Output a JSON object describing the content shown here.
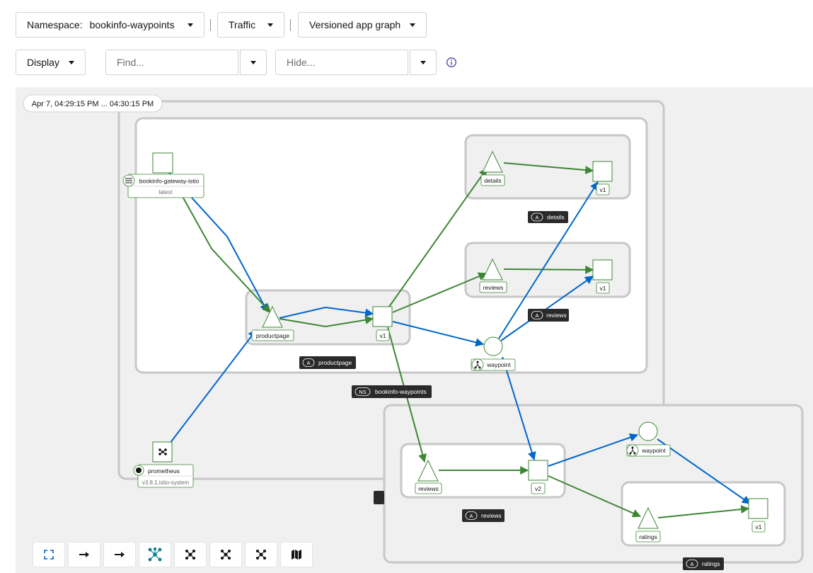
{
  "toolbar": {
    "namespace_label": "Namespace:",
    "namespace_value": "bookinfo-waypoints",
    "traffic_label": "Traffic",
    "graph_type_label": "Versioned app graph",
    "display_label": "Display",
    "find_placeholder": "Find...",
    "hide_placeholder": "Hide..."
  },
  "graph": {
    "time_range": "Apr 7, 04:29:15 PM ... 04:30:15 PM",
    "boxes": [
      {
        "badge": "NS",
        "label": "bookinfo-waypoints"
      },
      {
        "badge": "A",
        "label": "details"
      },
      {
        "badge": "A",
        "label": "reviews"
      },
      {
        "badge": "A",
        "label": "productpage"
      },
      {
        "badge": "A",
        "label": "reviews"
      },
      {
        "badge": "A",
        "label": "ratings"
      }
    ],
    "nodes": [
      {
        "label": "bookinfo-gateway-istio",
        "sublabel": "latest"
      },
      {
        "label": "productpage"
      },
      {
        "label": "v1"
      },
      {
        "label": "details"
      },
      {
        "label": "v1"
      },
      {
        "label": "reviews"
      },
      {
        "label": "v1"
      },
      {
        "label": "waypoint"
      },
      {
        "label": "prometheus",
        "sublabel": "v3.8.1.istio-system"
      },
      {
        "label": "reviews"
      },
      {
        "label": "v2"
      },
      {
        "label": "waypoint"
      },
      {
        "label": "ratings"
      },
      {
        "label": "v1"
      }
    ]
  },
  "colors": {
    "edge_green": "#3e8635",
    "edge_blue": "#0066cc",
    "box_border": "#c7c7c7",
    "label_dark": "#2a2a2a",
    "info_icon": "#6753ac"
  },
  "bottom_toolbar": [
    {
      "icon": "fit-to-screen-icon"
    },
    {
      "icon": "layout-arrow-icon"
    },
    {
      "icon": "layout-arrow-icon"
    },
    {
      "icon": "layout-dagre-icon"
    },
    {
      "icon": "layout-cose-icon"
    },
    {
      "icon": "layout-grid-icon"
    },
    {
      "icon": "layout-concentric-icon"
    },
    {
      "icon": "legend-map-icon"
    }
  ]
}
